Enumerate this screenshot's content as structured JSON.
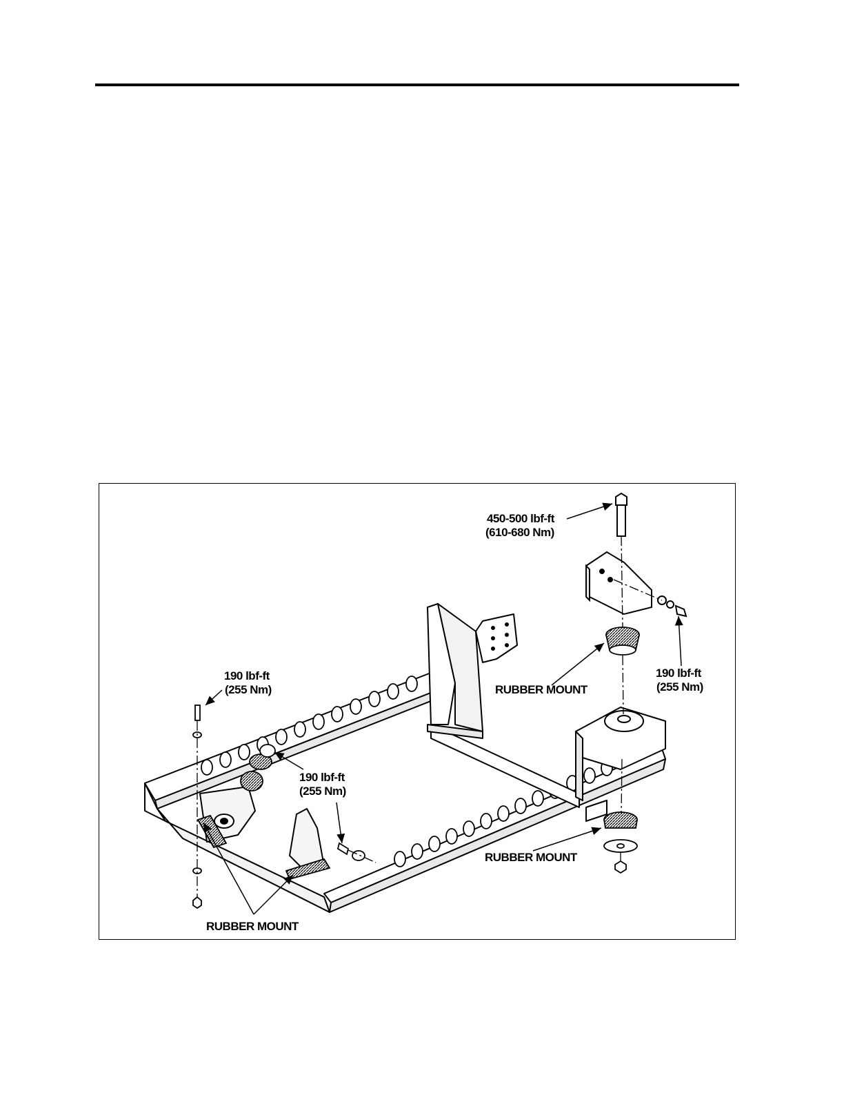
{
  "figure": {
    "callouts": {
      "top_bolt_torque": "450-500 lbf-ft",
      "top_bolt_torque_metric": "(610-680 Nm)",
      "right_bolt_torque": "190 lbf-ft",
      "right_bolt_torque_metric": "(255 Nm)",
      "left_bolt_torque": "190 lbf-ft",
      "left_bolt_torque_metric": "(255 Nm)",
      "center_bolt_torque": "190 lbf-ft",
      "center_bolt_torque_metric": "(255 Nm)",
      "rubber_mount_upper": "RUBBER MOUNT",
      "rubber_mount_lower": "RUBBER MOUNT",
      "rubber_mount_left": "RUBBER MOUNT"
    }
  }
}
